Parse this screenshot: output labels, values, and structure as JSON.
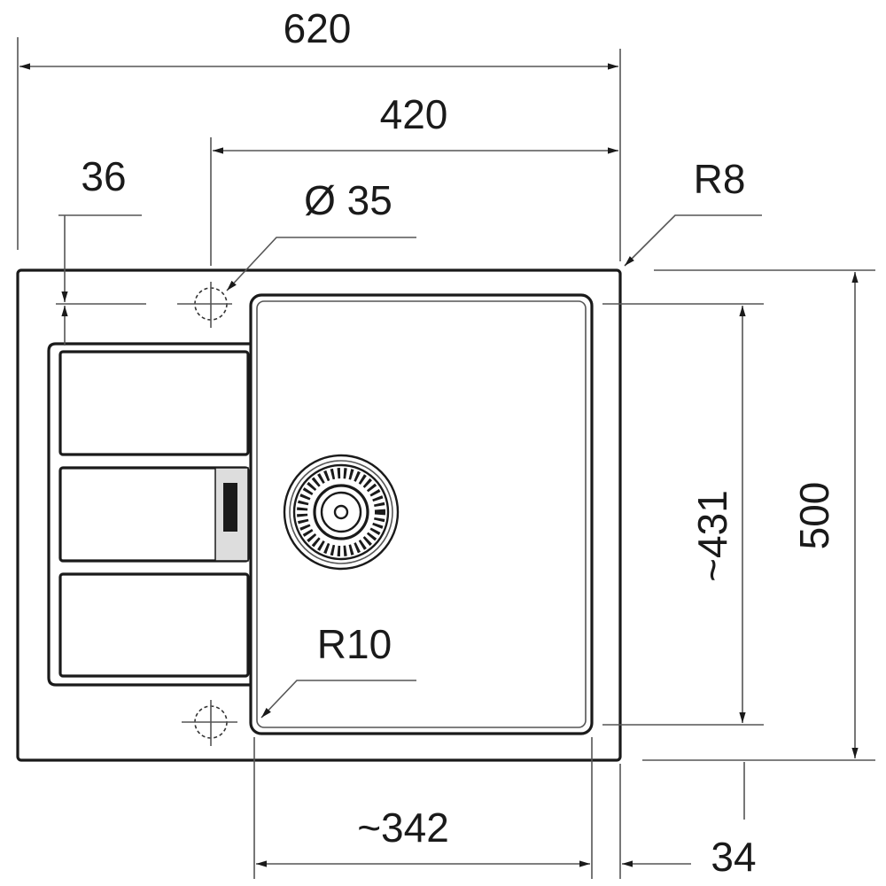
{
  "title": "Sink dimension drawing",
  "colors": {
    "line": "#1a1a1a",
    "dimension": "#555555",
    "background": "#ffffff"
  },
  "dimensions": {
    "overall_width": "620",
    "bowl_offset_width": "420",
    "tap_offset": "36",
    "tap_hole_diameter": "Ø 35",
    "outer_radius": "R8",
    "bowl_height": "~431",
    "overall_depth": "500",
    "bowl_radius": "R10",
    "bowl_width": "~342",
    "rim_width": "34"
  }
}
